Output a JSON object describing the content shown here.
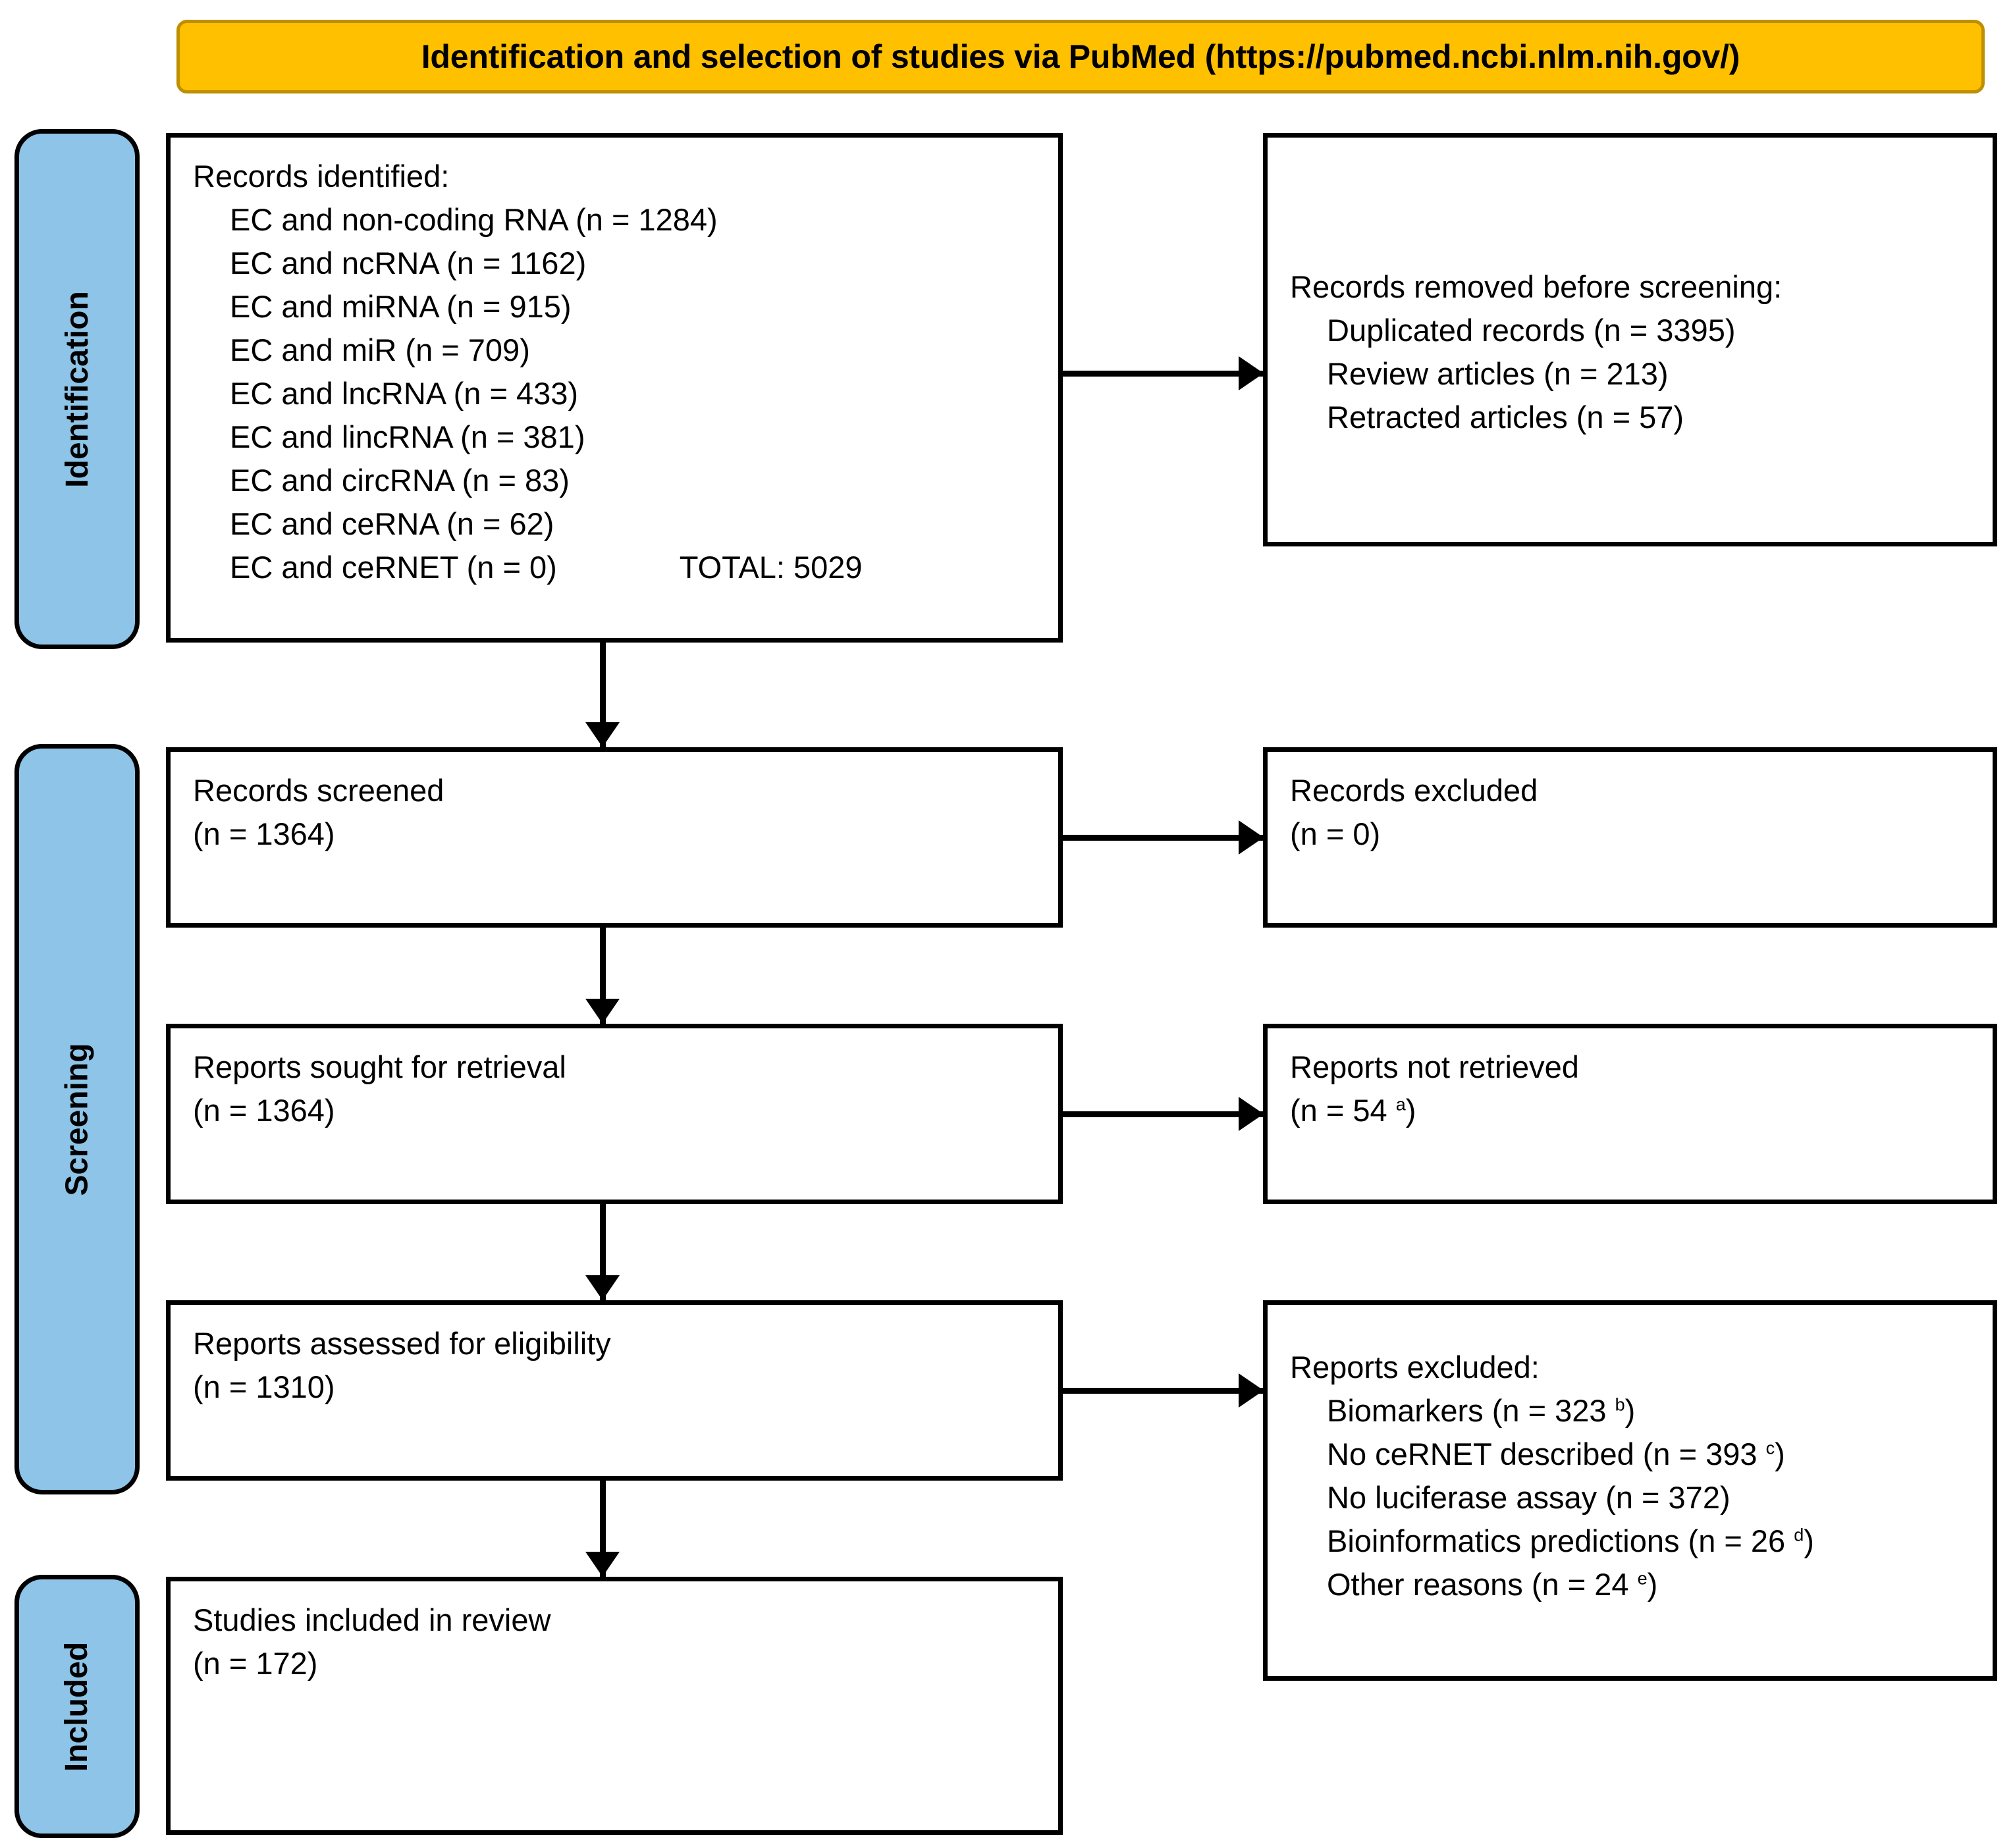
{
  "header": {
    "title": "Identification and selection of studies via PubMed (https://pubmed.ncbi.nlm.nih.gov/)",
    "background_color": "#FFC000",
    "border_color": "#BF8F00"
  },
  "phases": {
    "accent_color": "#8DC4E8",
    "identification": "Identification",
    "screening": "Screening",
    "included": "Included"
  },
  "identification": {
    "records_identified": {
      "heading": "Records identified:",
      "items": [
        "EC and non-coding RNA (n = 1284)",
        "EC and ncRNA (n = 1162)",
        "EC and miRNA (n = 915)",
        "EC and miR (n = 709)",
        "EC and lncRNA (n = 433)",
        "EC and lincRNA (n = 381)",
        "EC and circRNA (n = 83)",
        "EC and ceRNA (n = 62)",
        "EC and ceRNET (n = 0)"
      ],
      "total_label": "TOTAL: 5029"
    },
    "records_removed": {
      "heading": "Records removed before screening:",
      "items": [
        "Duplicated records (n = 3395)",
        "Review articles (n = 213)",
        "Retracted articles (n = 57)"
      ]
    }
  },
  "screening": {
    "records_screened": {
      "label": "Records screened",
      "count": "(n = 1364)"
    },
    "records_excluded": {
      "label": "Records excluded",
      "count": "(n = 0)"
    },
    "reports_sought": {
      "label": "Reports sought for retrieval",
      "count": "(n = 1364)",
      "count_prefix": "(n = 1364)",
      "count_value": "(n = 1364)"
    },
    "reports_not_retrieved": {
      "label": "Reports not retrieved",
      "count_prefix": "(n = 54 ",
      "count_superscript": "a",
      "count_suffix": ")"
    },
    "reports_assessed": {
      "label": "Reports assessed for eligibility",
      "count": "(n = 1310)"
    },
    "reports_excluded": {
      "heading": "Reports excluded:",
      "items": [
        {
          "prefix": "Biomarkers (n = 323 ",
          "superscript": "b",
          "suffix": ")"
        },
        {
          "prefix": "No ceRNET described (n = 393 ",
          "superscript": "c",
          "suffix": ")"
        },
        {
          "prefix": "No luciferase assay (n = 372)",
          "superscript": "",
          "suffix": ""
        },
        {
          "prefix": "Bioinformatics predictions (n = 26 ",
          "superscript": "d",
          "suffix": ")"
        },
        {
          "prefix": "Other reasons (n = 24 ",
          "superscript": "e",
          "suffix": ")"
        }
      ]
    }
  },
  "included": {
    "studies_included": {
      "label": "Studies included in review",
      "count": "(n = 172)"
    }
  }
}
